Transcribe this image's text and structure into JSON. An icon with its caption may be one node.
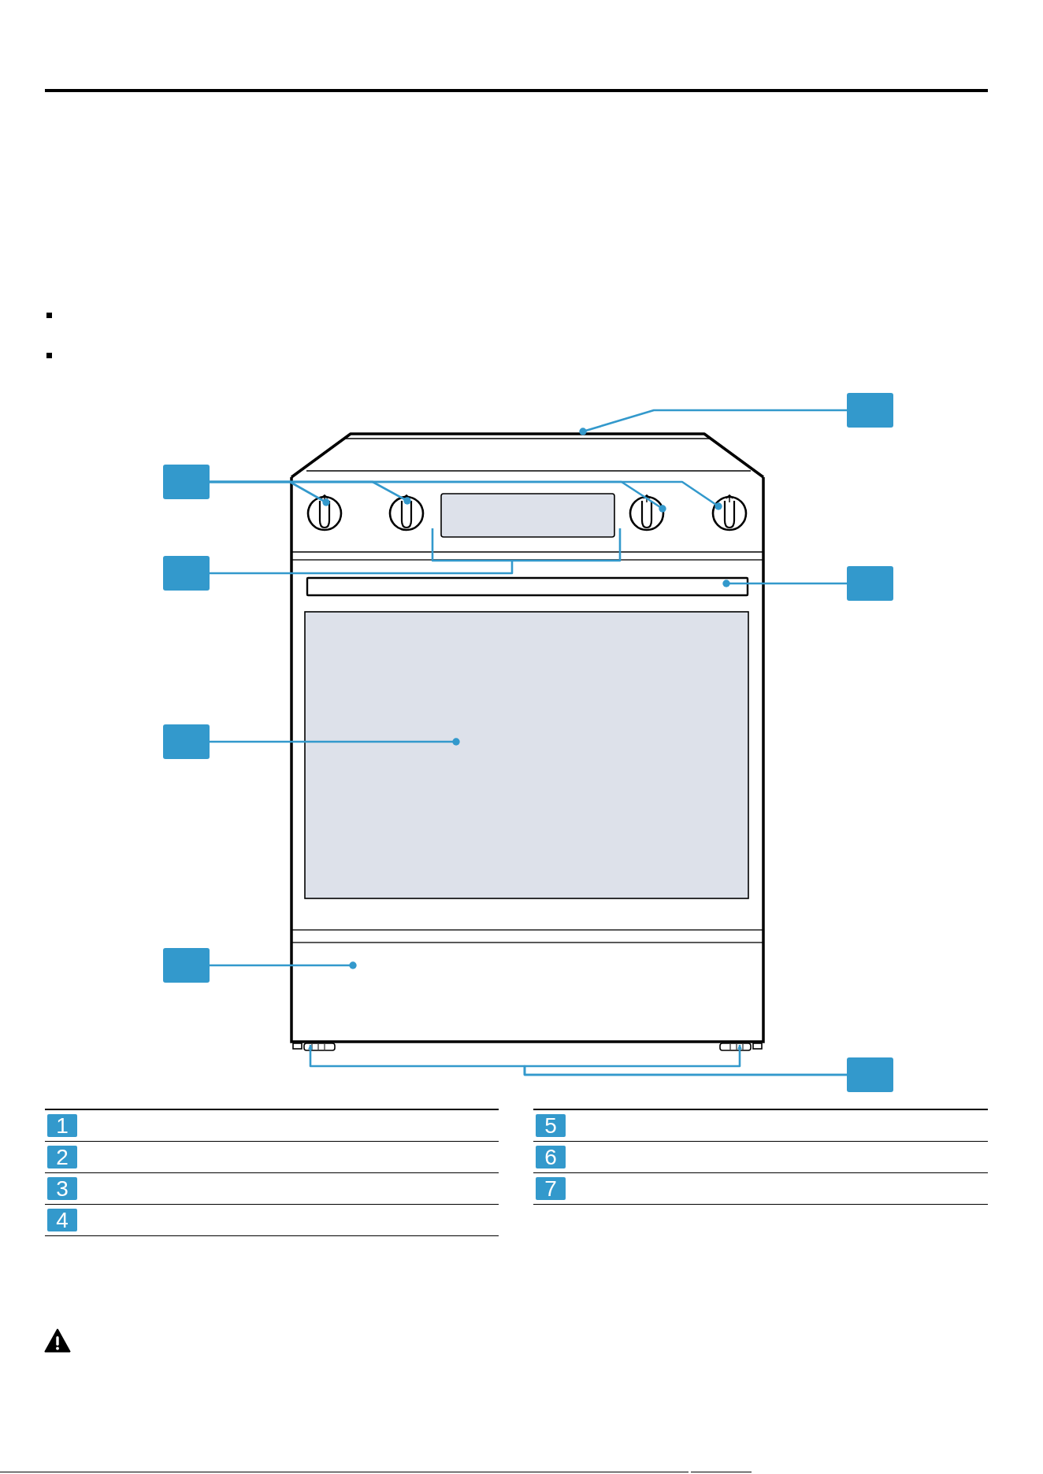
{
  "diagram": {
    "nodes": [
      {
        "text": [],
        "shape": "box"
      },
      {
        "text": [],
        "shape": "picture"
      },
      {
        "text": [],
        "shape": "box"
      },
      {
        "text": [],
        "shape": "circle"
      },
      {
        "text": [],
        "shape": "circle"
      },
      {
        "text": [],
        "shape": "box"
      },
      {
        "text": [],
        "shape": "circle"
      },
      {
        "text": [],
        "shape": "circle"
      },
      {
        "text": [],
        "shape": "box"
      },
      {
        "text": [],
        "shape": "box"
      },
      {
        "text": [],
        "shape": "bar"
      },
      {
        "text": [],
        "shape": "box"
      },
      {
        "text": [],
        "shape": "box"
      },
      {
        "text": [],
        "shape": "box"
      },
      {
        "text": [],
        "shape": "box"
      },
      {
        "text": [],
        "shape": "picture"
      },
      {
        "text": [],
        "shape": "picture"
      },
      {
        "text": [],
        "shape": "box"
      }
    ],
    "edges": [
      {
        "from": 0,
        "to": 1,
        "arrow": "other"
      },
      {
        "from": 2,
        "to": 3,
        "arrow": "other"
      },
      {
        "from": 2,
        "to": 4,
        "arrow": "other"
      },
      {
        "from": 2,
        "to": 6,
        "arrow": "other"
      },
      {
        "from": 2,
        "to": 7,
        "arrow": "other"
      },
      {
        "from": 8,
        "to": 5,
        "arrow": "none"
      },
      {
        "from": 9,
        "to": 10,
        "arrow": "other"
      },
      {
        "from": 12,
        "to": 11,
        "arrow": "other"
      },
      {
        "from": 14,
        "to": 13,
        "arrow": "other"
      },
      {
        "from": 17,
        "to": 15,
        "arrow": "to"
      },
      {
        "from": 17,
        "to": 16,
        "arrow": "to"
      }
    ],
    "labels": [
      "1",
      "2",
      "3",
      "4",
      "5",
      "6",
      "7"
    ]
  }
}
